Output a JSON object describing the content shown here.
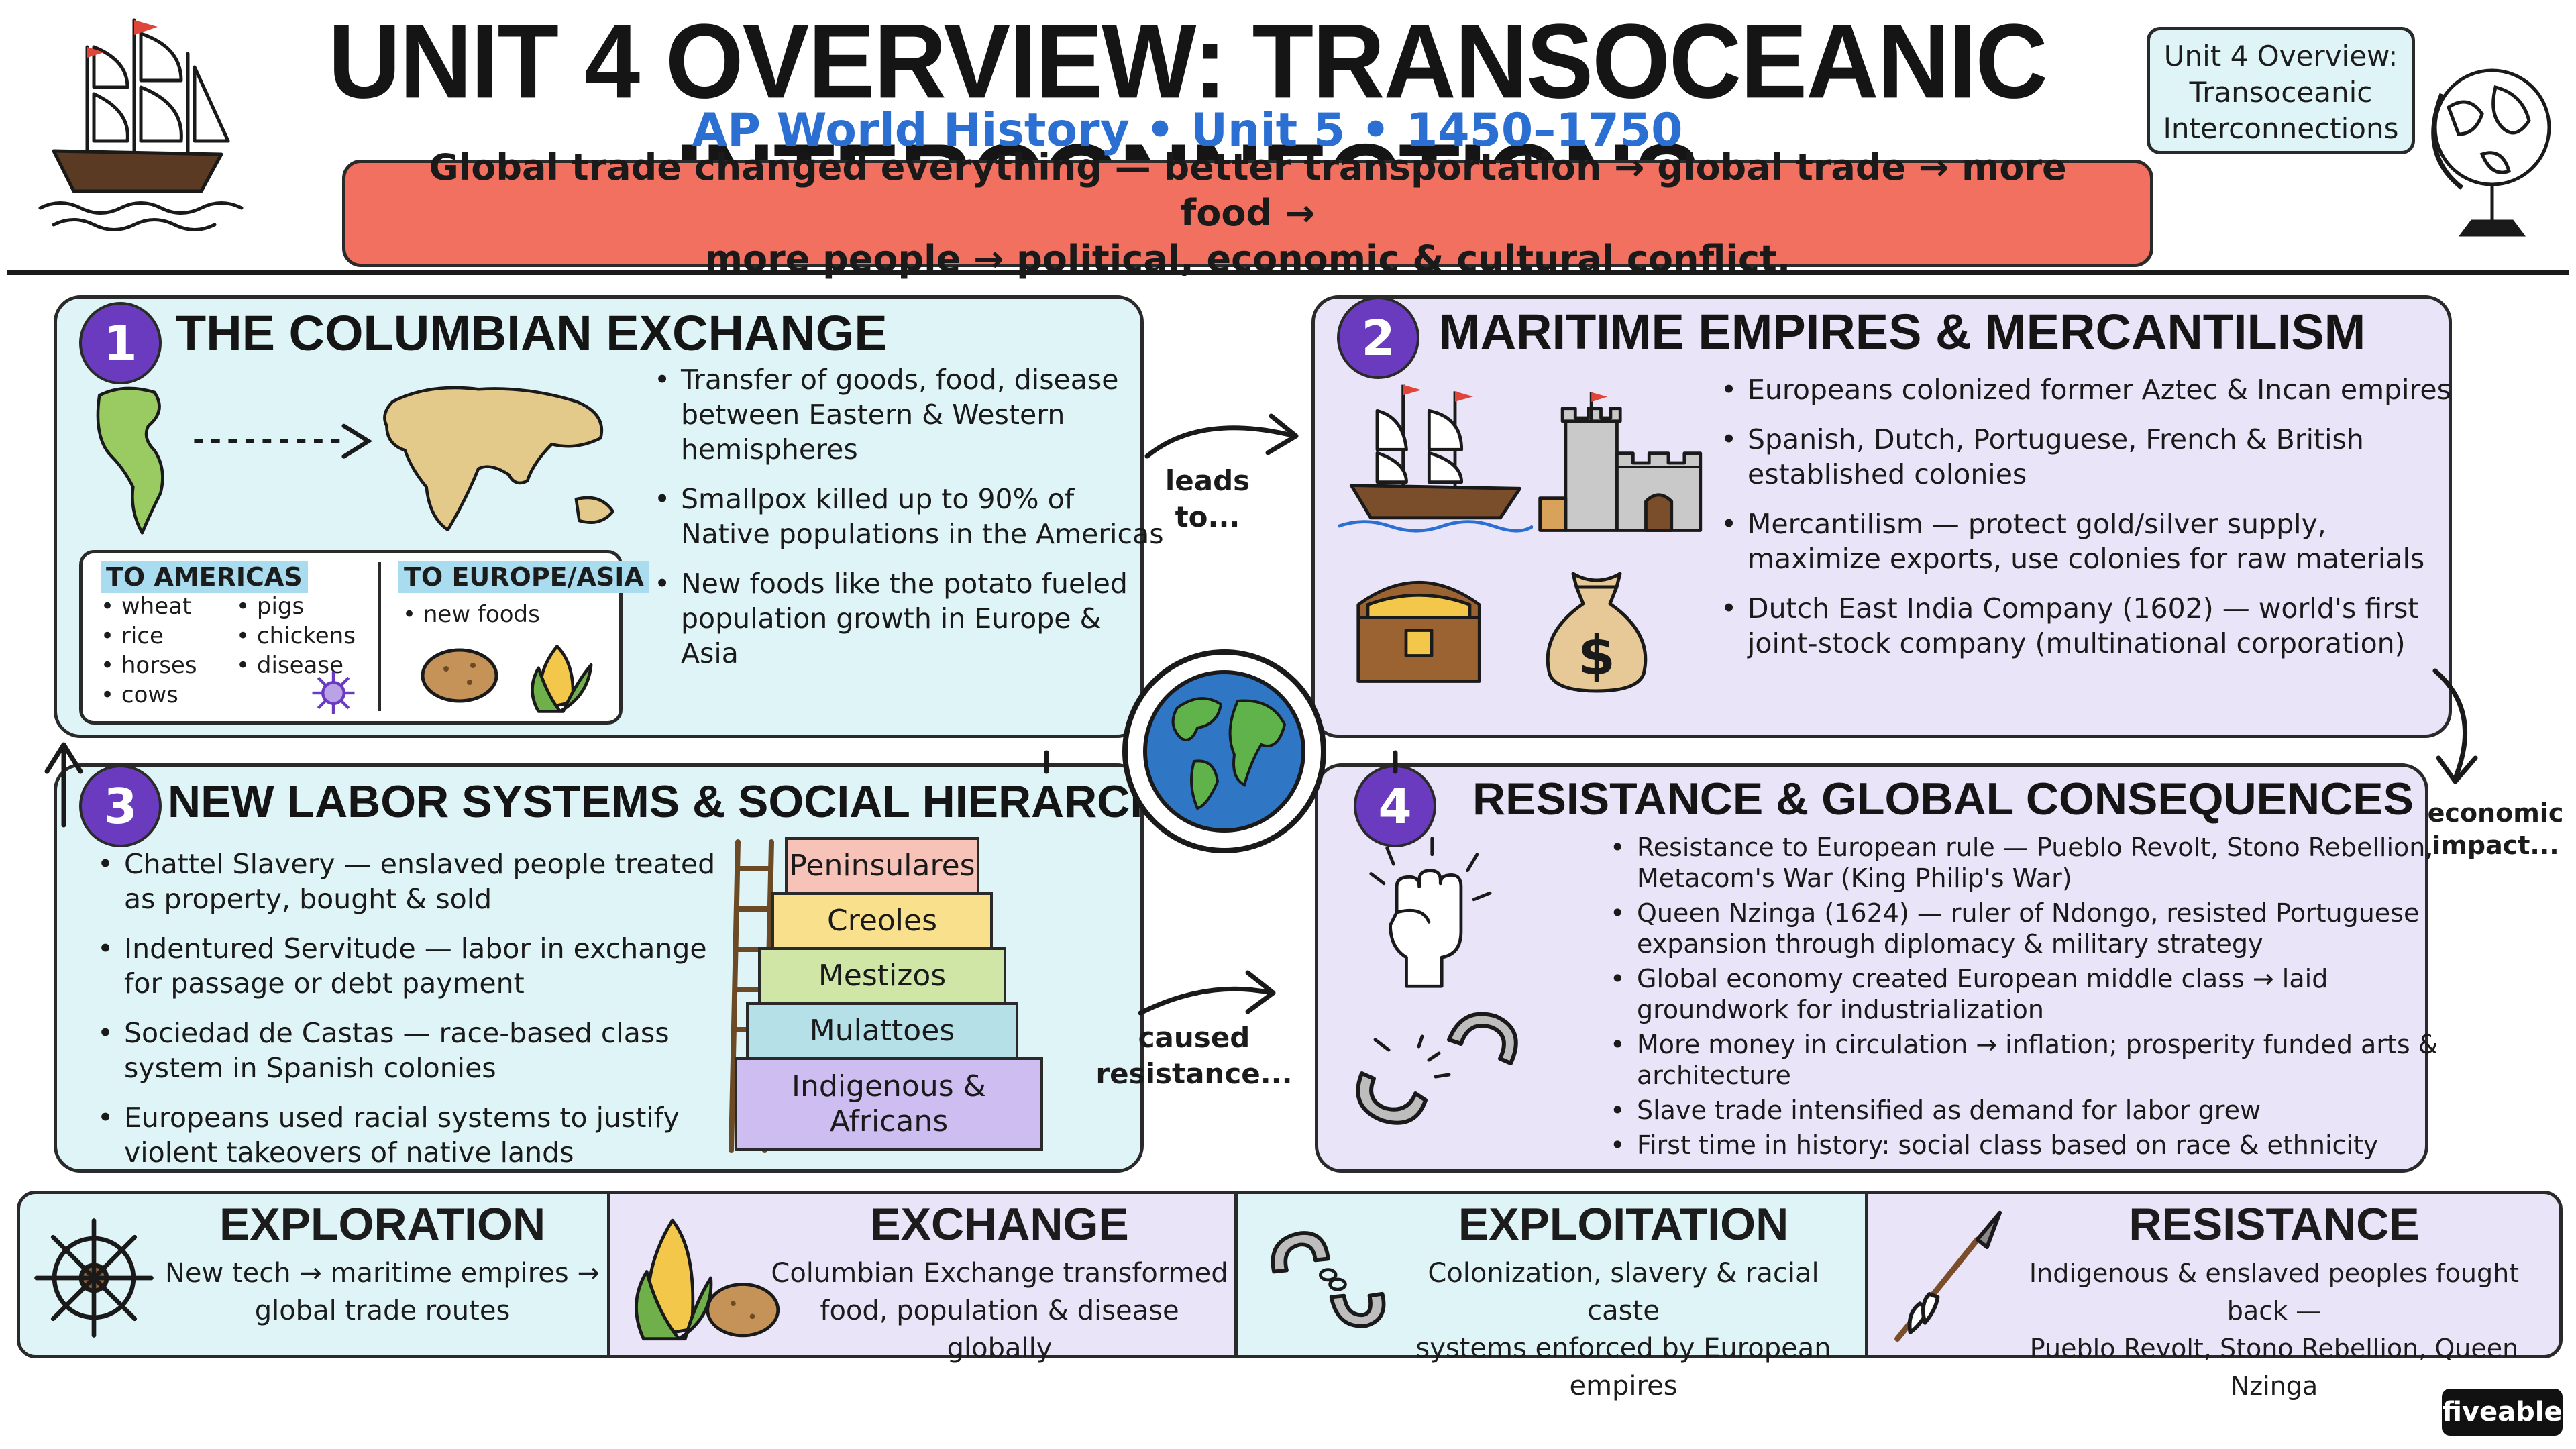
{
  "header": {
    "title": "UNIT 4 OVERVIEW: TRANSOCEANIC INTERCONNECTIONS",
    "subtitle": "AP World History • Unit 5 • 1450–1750",
    "banner_line1": "Global trade changed everything — better transportation → global trade → more food →",
    "banner_line2": "more people → political, economic & cultural conflict.",
    "tag_line1": "Unit 4 Overview:",
    "tag_line2": "Transoceanic",
    "tag_line3": "Interconnections"
  },
  "panel1": {
    "number": "1",
    "title": "THE COLUMBIAN EXCHANGE",
    "bullets": [
      "Transfer of goods, food, disease between Eastern & Western hemispheres",
      "Smallpox killed up to 90% of Native populations in the Americas",
      "New foods like the potato fueled population growth in Europe & Asia"
    ],
    "to_americas": {
      "heading": "TO AMERICAS",
      "col1": [
        "wheat",
        "rice",
        "horses",
        "cows"
      ],
      "col2": [
        "pigs",
        "chickens",
        "disease"
      ]
    },
    "to_europe": {
      "heading": "TO EUROPE/ASIA",
      "items": [
        "new foods"
      ]
    }
  },
  "panel2": {
    "number": "2",
    "title": "MARITIME EMPIRES & MERCANTILISM",
    "bullets": [
      "Europeans colonized former Aztec & Incan empires",
      "Spanish, Dutch, Portuguese, French & British established colonies",
      "Mercantilism — protect gold/silver supply, maximize exports, use colonies for raw materials",
      "Dutch East India Company (1602) — world's first joint-stock company (multinational corporation)"
    ]
  },
  "panel3": {
    "number": "3",
    "title": "NEW LABOR SYSTEMS & SOCIAL HIERARCHIES",
    "bullets": [
      "Chattel Slavery — enslaved people treated as property, bought & sold",
      "Indentured Servitude — labor in exchange for passage or debt payment",
      "Sociedad de Castas — race-based class system in Spanish colonies",
      "Europeans used racial systems to justify violent takeovers of native lands"
    ],
    "pyramid": [
      "Peninsulares",
      "Creoles",
      "Mestizos",
      "Mulattoes",
      "Indigenous & Africans"
    ]
  },
  "panel4": {
    "number": "4",
    "title": "RESISTANCE & GLOBAL CONSEQUENCES",
    "bullets": [
      "Resistance to European rule — Pueblo Revolt, Stono Rebellion, Metacom's War (King Philip's War)",
      "Queen Nzinga (1624) — ruler of Ndongo, resisted Portuguese expansion through diplomacy & military strategy",
      "Global economy created European middle class → laid groundwork for industrialization",
      "More money in circulation → inflation; prosperity funded arts & architecture",
      "Slave trade intensified as demand for labor grew",
      "First time in history: social class based on race & ethnicity"
    ]
  },
  "connectors": {
    "leads_to_1": "leads",
    "leads_to_2": "to...",
    "economic_1": "economic",
    "economic_2": "impact...",
    "caused_1": "caused",
    "caused_2": "resistance..."
  },
  "strip": [
    {
      "title": "EXPLORATION",
      "line1": "New tech → maritime empires →",
      "line2": "global trade routes",
      "icon": "ships-wheel-icon"
    },
    {
      "title": "EXCHANGE",
      "line1": "Columbian Exchange transformed",
      "line2": "food, population & disease globally",
      "icon": "corn-potato-icon"
    },
    {
      "title": "EXPLOITATION",
      "line1": "Colonization, slavery & racial caste",
      "line2": "systems enforced by European empires",
      "icon": "shackles-icon"
    },
    {
      "title": "RESISTANCE",
      "line1": "Indigenous & enslaved peoples fought back —",
      "line2": "Pueblo Revolt, Stono Rebellion, Queen Nzinga",
      "icon": "spear-icon"
    }
  ],
  "brand": "fiveable",
  "colors": {
    "cyan_panel": "#dff4f7",
    "lavender_panel": "#e9e4f7",
    "banner": "#f2705f",
    "badge": "#6a3bbf",
    "subtitle_blue": "#2a6fd1"
  }
}
